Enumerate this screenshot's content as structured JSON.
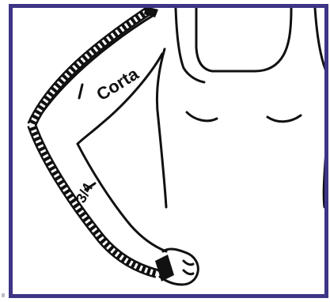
{
  "labels": {
    "short_sleeve": "Corta",
    "three_quarter_sleeve": "3/4"
  },
  "colors": {
    "frame_border": "#3d3585",
    "ink": "#111111",
    "background": "#ffffff"
  },
  "icons": {
    "figure": "torso-with-arm-figure",
    "tape": "measuring-tape-icon"
  }
}
